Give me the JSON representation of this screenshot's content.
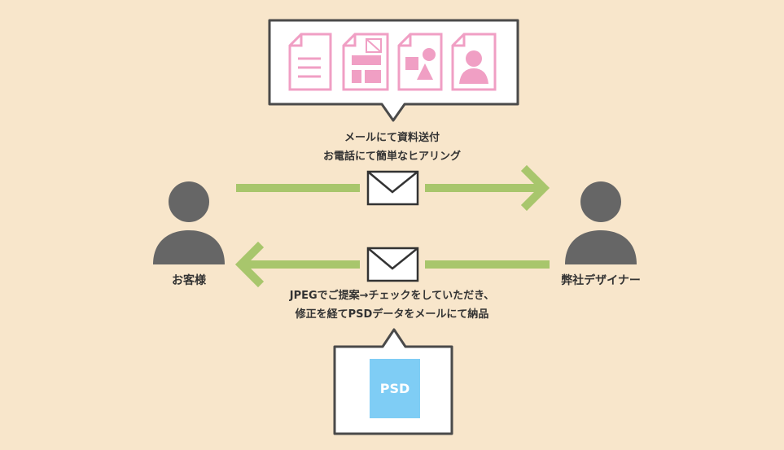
{
  "colors": {
    "background": "#f8e6cb",
    "arrow": "#a8c66c",
    "person": "#666666",
    "document_pink": "#f09fc4",
    "psd_blue": "#7fcdf5",
    "bubble_border": "#4a4a4a"
  },
  "top_caption": {
    "line1": "メールにて資料送付",
    "line2": "お電話にて簡単なヒアリング"
  },
  "bottom_caption": {
    "line1": "JPEGでご提案→チェックをしていただき、",
    "line2": "修正を経てPSDデータをメールにて納品"
  },
  "customer": {
    "label": "お客様",
    "icon": "person-icon"
  },
  "designer": {
    "label": "弊社デザイナー",
    "icon": "person-icon"
  },
  "documents": [
    {
      "icon": "text-document-icon"
    },
    {
      "icon": "layout-document-icon"
    },
    {
      "icon": "shapes-document-icon"
    },
    {
      "icon": "portrait-document-icon"
    }
  ],
  "psd_file": {
    "label": "PSD",
    "icon": "psd-file-icon"
  },
  "mail": {
    "icon": "envelope-icon"
  }
}
